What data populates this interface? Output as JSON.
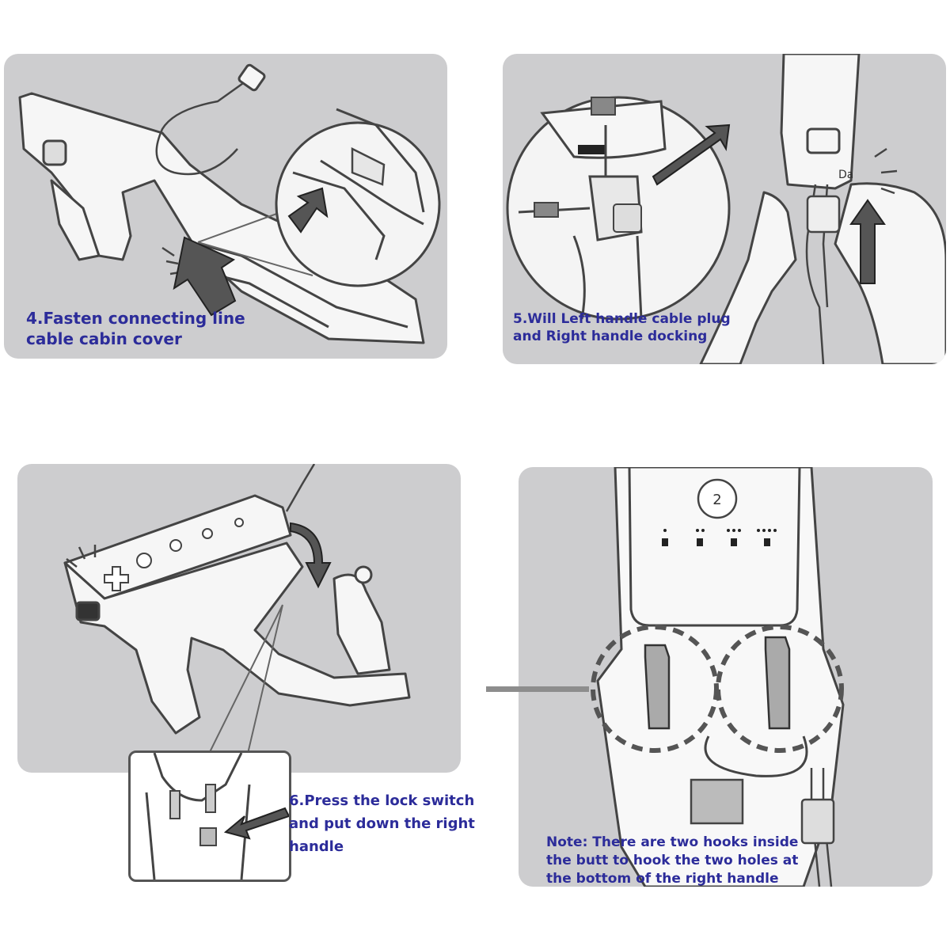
{
  "steps": [
    {
      "id": "step-4",
      "lines": [
        "4.Fasten connecting line",
        "cable cabin cover"
      ]
    },
    {
      "id": "step-5",
      "lines": [
        "5.Will Left handle cable plug",
        "and Right handle docking"
      ]
    },
    {
      "id": "step-6",
      "lines": [
        "6.Press the lock switch",
        "and put down the right",
        "handle"
      ]
    },
    {
      "id": "note",
      "lines": [
        "Note: There are two hooks inside",
        "the butt to hook the two holes at",
        "the bottom of the right handle"
      ]
    }
  ],
  "labels": {
    "plug_text": "Da",
    "player_number": "2"
  },
  "colors": {
    "panel_bg": "#cdcdcf",
    "caption_text": "#2c2c9a",
    "line_art": "#444444",
    "arrow_fill": "#555555"
  }
}
